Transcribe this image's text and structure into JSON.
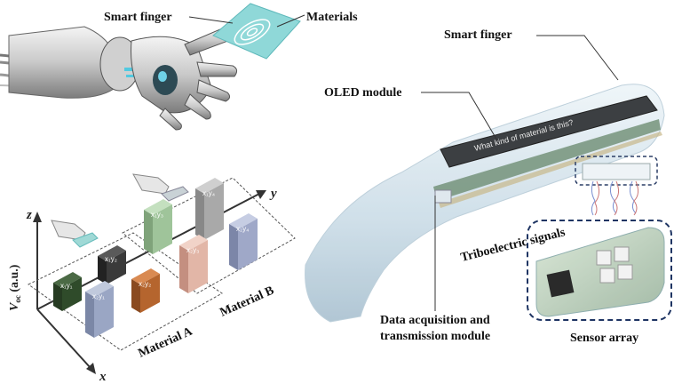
{
  "robot_panel": {
    "smart_finger_label": "Smart finger",
    "materials_label": "Materials"
  },
  "plot_panel": {
    "axis_z": "z",
    "axis_y": "y",
    "axis_x": "x",
    "voc_label_main": "V",
    "voc_label_sub": "oc",
    "voc_label_unit": " (a.u.)",
    "material_a": "Material A",
    "material_b": "Material B",
    "blocks": [
      {
        "label": "x₁y₁",
        "color": "#2f4b2a"
      },
      {
        "label": "x₁y₂",
        "color": "#3a3a3a"
      },
      {
        "label": "x₁y₃",
        "color": "#9fc49a"
      },
      {
        "label": "x₁y₄",
        "color": "#a9a9a9"
      },
      {
        "label": "x₂y₁",
        "color": "#9aa6c4"
      },
      {
        "label": "x₂y₂",
        "color": "#b5652e"
      },
      {
        "label": "x₂y₃",
        "color": "#e2b6a7"
      },
      {
        "label": "x₂y₄",
        "color": "#9fa8c8"
      }
    ]
  },
  "device_panel": {
    "smart_finger_label": "Smart finger",
    "oled_label": "OLED module",
    "oled_screen_text": "What kind of material is this?",
    "triboelectric_label": "Triboelectric signals",
    "data_module_label_line1": "Data acquisition and",
    "data_module_label_line2": "transmission module",
    "sensor_array_label": "Sensor array"
  }
}
